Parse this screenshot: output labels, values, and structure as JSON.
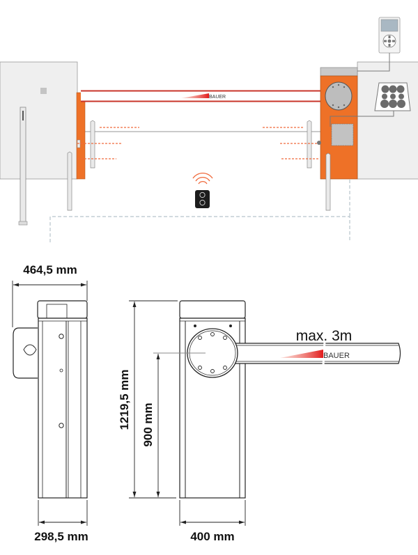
{
  "scene": {
    "brand_logo": "BAUER",
    "colors": {
      "accent_orange": "#ee7127",
      "boom_red": "#c8342a",
      "wall": "#efefef",
      "beam_dash": "#f06a3c",
      "dimension": "#111111"
    }
  },
  "dimensions": {
    "total_depth": "464,5 mm",
    "body_depth": "298,5 mm",
    "total_height": "1219,5 mm",
    "boom_axis_height": "900 mm",
    "body_width": "400 mm",
    "boom_length": "max. 3m"
  },
  "technical_view": {
    "brand_logo": "BAUER"
  }
}
